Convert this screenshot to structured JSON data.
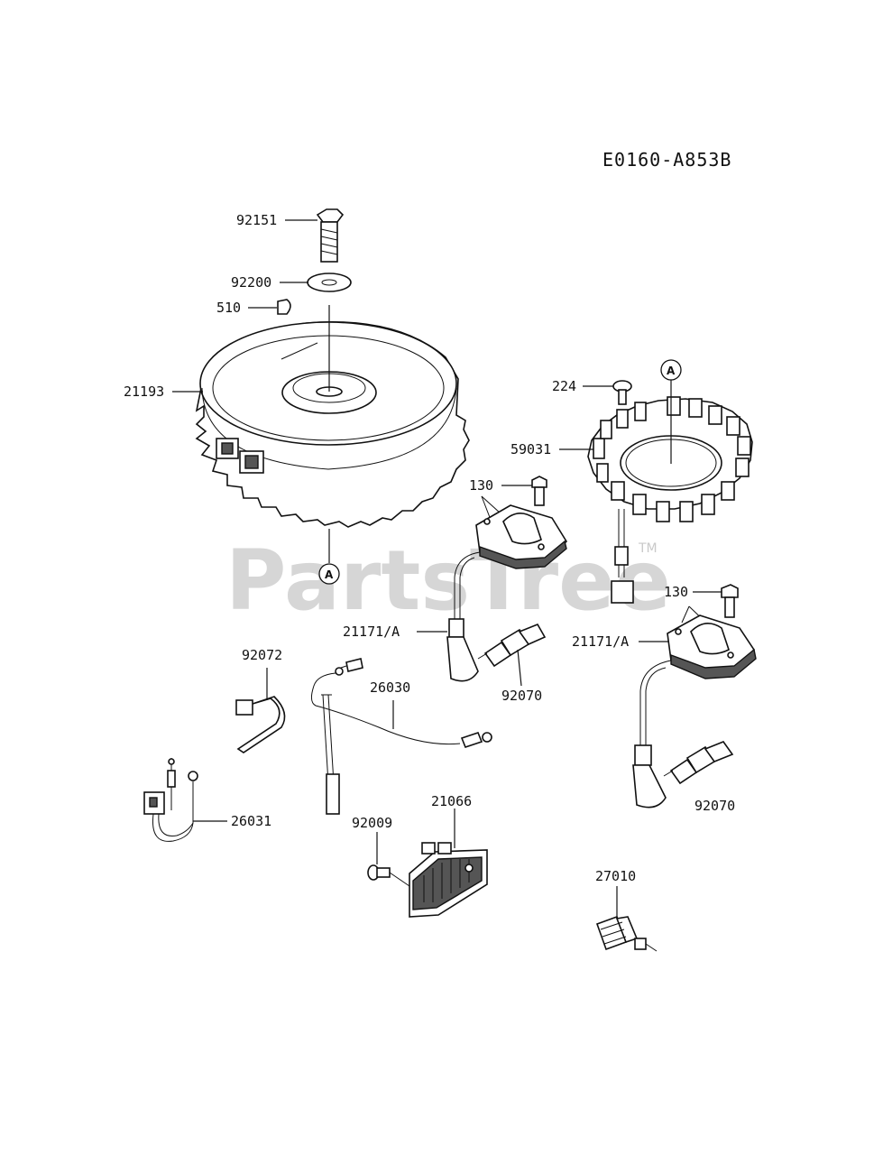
{
  "diagram_code": "E0160-A853B",
  "watermark": "PartsTree",
  "watermark_tm": "TM",
  "ref_marker": "A",
  "part_labels": {
    "p92151": "92151",
    "p92200": "92200",
    "p510": "510",
    "p21193": "21193",
    "p224": "224",
    "p59031": "59031",
    "p130a": "130",
    "p130b": "130",
    "p21171a": "21171/A",
    "p21171b": "21171/A",
    "p92070a": "92070",
    "p92070b": "92070",
    "p92072": "92072",
    "p26030": "26030",
    "p26031": "26031",
    "p92009": "92009",
    "p21066": "21066",
    "p27010": "27010"
  }
}
